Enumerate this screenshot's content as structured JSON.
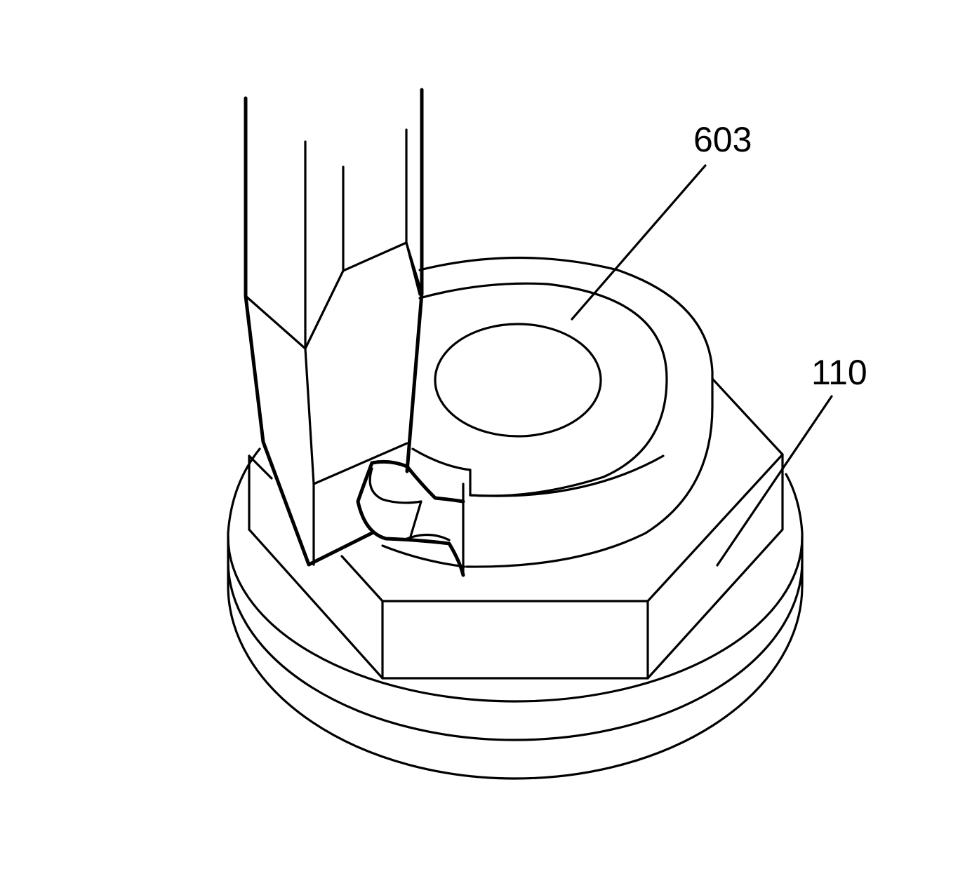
{
  "callouts": [
    {
      "id": "603",
      "label": "603"
    },
    {
      "id": "110",
      "label": "110"
    }
  ],
  "colors": {
    "line": "#000000",
    "background": "#ffffff"
  }
}
